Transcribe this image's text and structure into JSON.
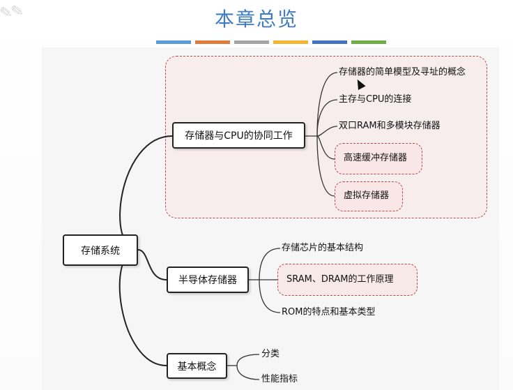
{
  "title": "本章总览",
  "color_bar": [
    "#5b9bd5",
    "#e07b39",
    "#a5a5a5",
    "#f2b632",
    "#4472c4",
    "#70ad47"
  ],
  "root": {
    "label": "存储系统"
  },
  "branches": [
    {
      "label": "存储器与CPU的协同工作",
      "children": [
        "存储器的简单模型及寻址的概念",
        "主存与CPU的连接",
        "双口RAM和多模块存储器",
        "高速缓冲存储器",
        "虚拟存储器"
      ]
    },
    {
      "label": "半导体存储器",
      "children": [
        "存储芯片的基本结构",
        "SRAM、DRAM的工作原理",
        "ROM的特点和基本类型"
      ]
    },
    {
      "label": "基本概念",
      "children": [
        "分类",
        "性能指标"
      ]
    }
  ]
}
